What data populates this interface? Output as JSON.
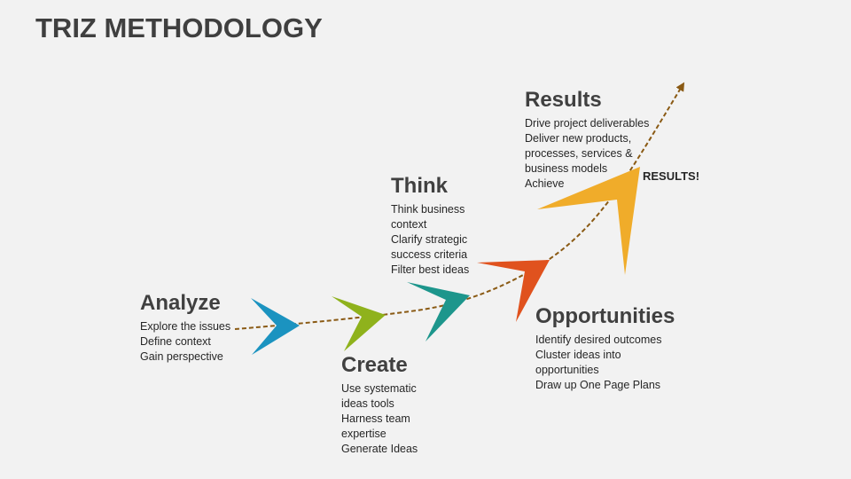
{
  "title": "TRIZ METHODOLOGY",
  "colors": {
    "analyze": "#1b93c0",
    "create": "#8fb21c",
    "think": "#1d968c",
    "opportunities": "#e0521e",
    "results": "#f0ac2a",
    "path": "#8a5a14"
  },
  "stages": {
    "analyze": {
      "heading": "Analyze",
      "lines": [
        "Explore the issues",
        "Define context",
        "Gain perspective"
      ]
    },
    "create": {
      "heading": "Create",
      "lines": [
        "Use systematic",
        "ideas tools",
        "Harness team",
        "expertise",
        "Generate Ideas"
      ]
    },
    "think": {
      "heading": "Think",
      "lines": [
        "Think business",
        "context",
        "Clarify strategic",
        "success criteria",
        "Filter best ideas"
      ]
    },
    "opportunities": {
      "heading": "Opportunities",
      "lines": [
        "Identify desired outcomes",
        "Cluster ideas into",
        "opportunities",
        "Draw up One Page Plans"
      ]
    },
    "results": {
      "heading": "Results",
      "lines": [
        "Drive project deliverables",
        "Deliver new products,",
        "processes, services &",
        "business models",
        "Achieve"
      ]
    }
  },
  "results_tag": "RESULTS!"
}
